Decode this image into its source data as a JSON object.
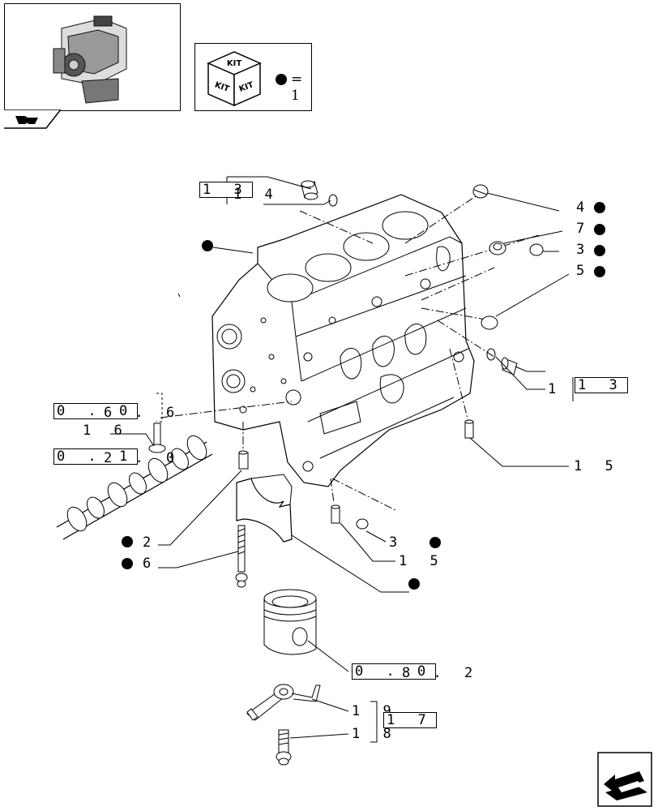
{
  "kit_legend": {
    "kit_word": "KIT",
    "equals_text": "= 1"
  },
  "refs": {
    "r13_top": "1 3",
    "r14_top": "1 4",
    "r4": "4",
    "r7": "7",
    "r3a": "3",
    "r5": "5",
    "r14_right": "1 4",
    "r13_right": "1 3",
    "r066_box": "0 . 0",
    "r066_rest": "6 . 6",
    "r16": "1 6",
    "r012_box": "0 . 1",
    "r012_rest": "2 . 0",
    "r15_right": "1 5",
    "r2": "2",
    "r6": "6",
    "r3b": "3",
    "r15_bottom": "1 5",
    "r082_box": "0 . 0",
    "r082_rest": "8 . 2",
    "r19": "1 9",
    "r17": "1 7",
    "r18": "1 8"
  },
  "icons": {
    "engine_thumbnail": "engine-thumbnail-icon",
    "kit_cube": "kit-cube-icon",
    "nav_prev": "previous-page-icon",
    "nav_next": "next-page-icon"
  }
}
